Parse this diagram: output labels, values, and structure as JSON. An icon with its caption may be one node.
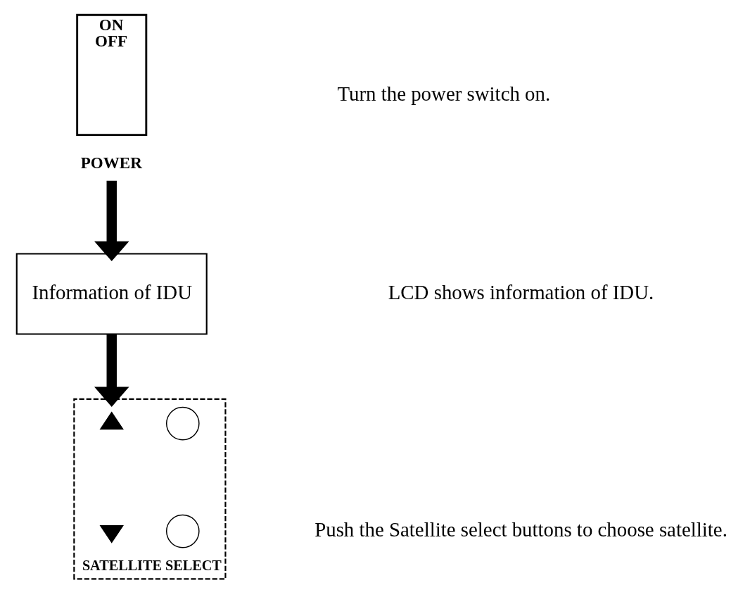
{
  "diagram": {
    "nodes": [
      {
        "text": [
          "ON",
          "OFF"
        ],
        "beside": [
          "POWER"
        ]
      },
      {
        "text": [
          "Information of IDU"
        ]
      },
      {
        "text": [
          "SATELLITE SELECT"
        ]
      },
      {
        "text": [],
        "shape": "triangle",
        "in": 2
      },
      {
        "text": [],
        "shape": "circle",
        "in": 2
      },
      {
        "text": [],
        "shape": "triangle",
        "in": 2
      },
      {
        "text": [],
        "shape": "circle",
        "in": 2
      }
    ],
    "edges": [
      {
        "from": 0,
        "to": 1,
        "arrow": "to"
      },
      {
        "from": 1,
        "to": 2,
        "arrow": "to"
      }
    ],
    "labels": [
      "Turn the power switch on.",
      "LCD shows information of IDU.",
      "Push the Satellite select buttons to choose satellite."
    ]
  }
}
